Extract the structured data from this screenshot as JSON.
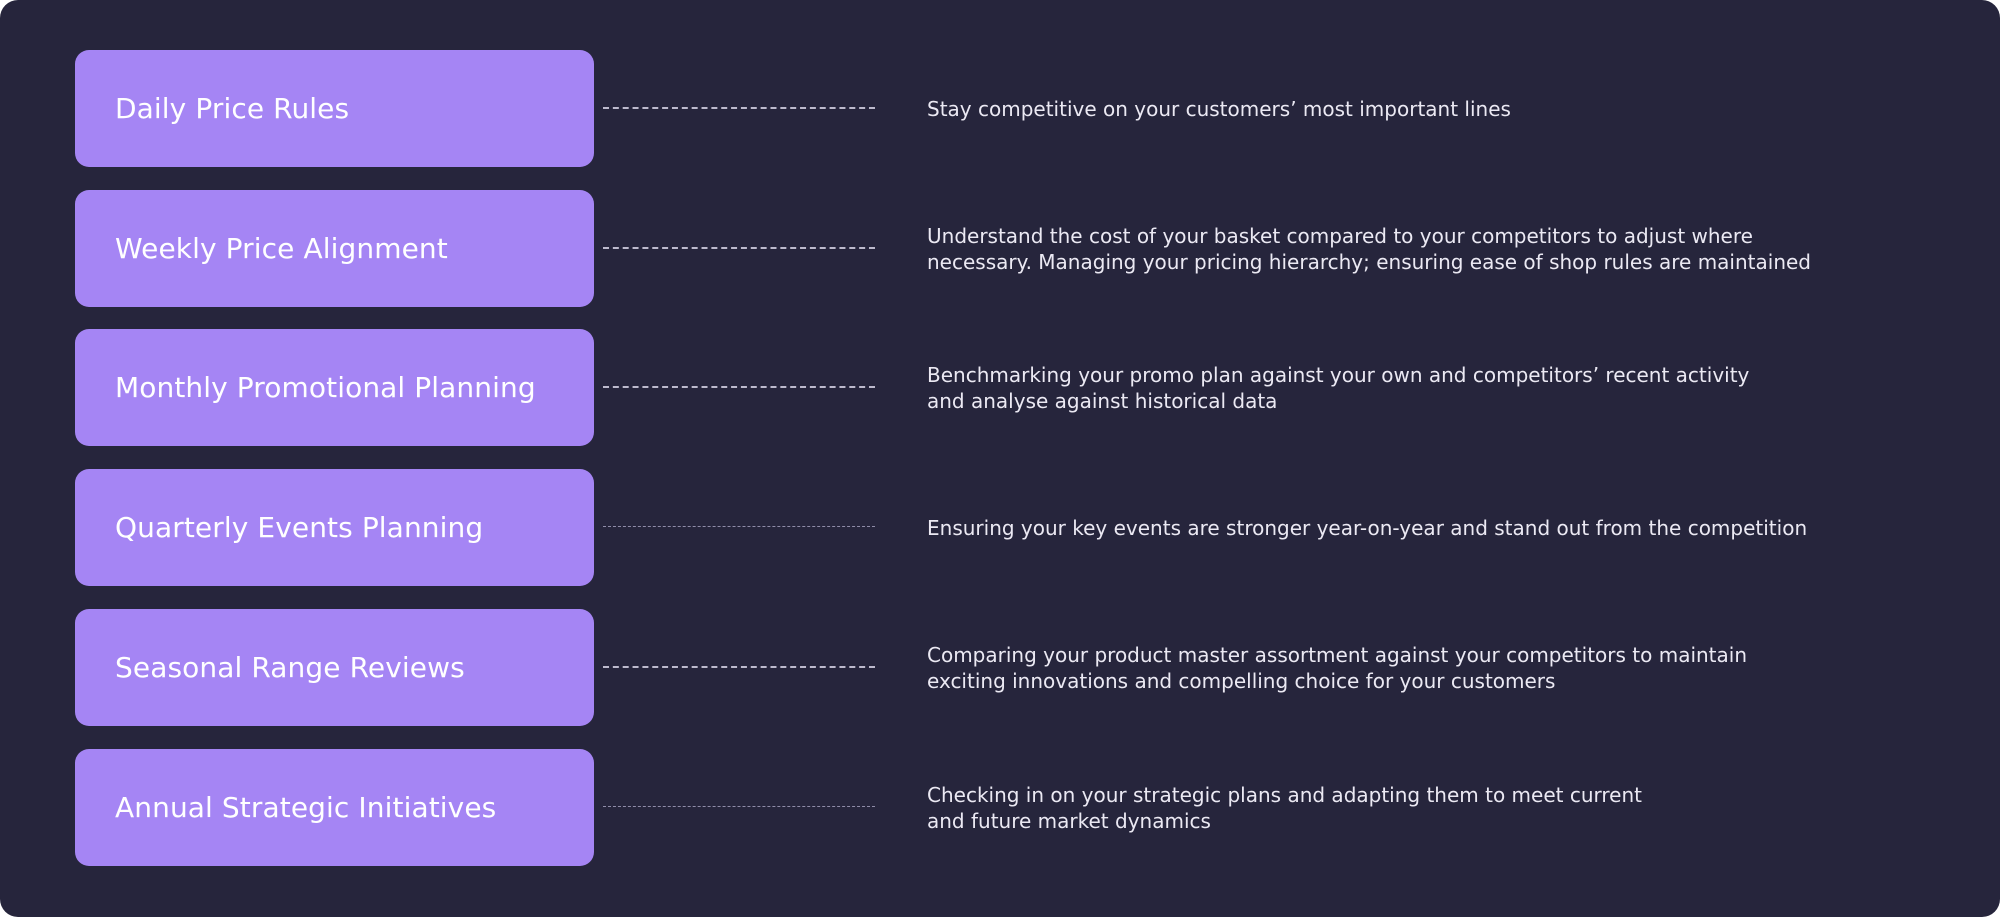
{
  "steps": [
    {
      "label": "Daily Price Rules",
      "description": "Stay competitive on your customers’ most important lines"
    },
    {
      "label": "Weekly Price Alignment",
      "description": "Understand the cost of your basket compared to your competitors to adjust where\nnecessary. Managing your pricing hierarchy; ensuring ease of shop rules are maintained"
    },
    {
      "label": "Monthly Promotional Planning",
      "description": "Benchmarking your promo plan against your own and competitors’ recent activity\nand analyse against historical data"
    },
    {
      "label": "Quarterly Events Planning",
      "description": "Ensuring your key events are stronger year-on-year and stand out from the competition"
    },
    {
      "label": "Seasonal Range Reviews",
      "description": "Comparing your product master assortment against your competitors to maintain\nexciting innovations and compelling choice for your customers"
    },
    {
      "label": "Annual Strategic Initiatives",
      "description": "Checking in on your strategic plans and adapting them to meet current\nand future market dynamics"
    }
  ],
  "colors": {
    "background": "#26253c",
    "pill": "#a585f4",
    "pill_text": "#ffffff",
    "description_text": "#ebe9f3",
    "connector": "#bdbacd"
  }
}
